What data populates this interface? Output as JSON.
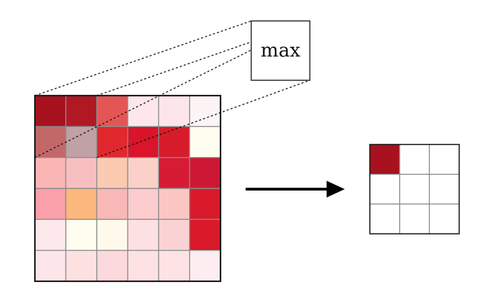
{
  "operation_label": "max",
  "input_grid": {
    "rows": 6,
    "cols": 6,
    "colors": [
      [
        "#a8121f",
        "#b21824",
        "#e45656",
        "#fde7ea",
        "#fde6e9",
        "#fdf4f6"
      ],
      [
        "#c26868",
        "#bfa1a6",
        "#e0282e",
        "#d9142b",
        "#d71d2b",
        "#fefdf0"
      ],
      [
        "#f9b6b5",
        "#f8bfc1",
        "#fccab1",
        "#fbd0c8",
        "#d71b35",
        "#cd1834"
      ],
      [
        "#f9a0aa",
        "#fcb87c",
        "#f9b7b8",
        "#fccccf",
        "#fbc6c3",
        "#d81a2b"
      ],
      [
        "#fde9ec",
        "#fefdf0",
        "#fef9ea",
        "#fde0e1",
        "#fbd2d3",
        "#d81a2b"
      ],
      [
        "#fde6e9",
        "#fde1e1",
        "#fbd9dc",
        "#fde1e3",
        "#fde3e4",
        "#fdedf0"
      ]
    ]
  },
  "output_grid": {
    "rows": 3,
    "cols": 3,
    "colors": [
      [
        "#a8121f",
        "#ffffff",
        "#ffffff"
      ],
      [
        "#ffffff",
        "#ffffff",
        "#ffffff"
      ],
      [
        "#ffffff",
        "#ffffff",
        "#ffffff"
      ]
    ]
  },
  "colors": {
    "grid_line": "#8c8c8c",
    "frame": "#1a1a1a",
    "arrow": "#000000",
    "projection_line": "#111111"
  }
}
